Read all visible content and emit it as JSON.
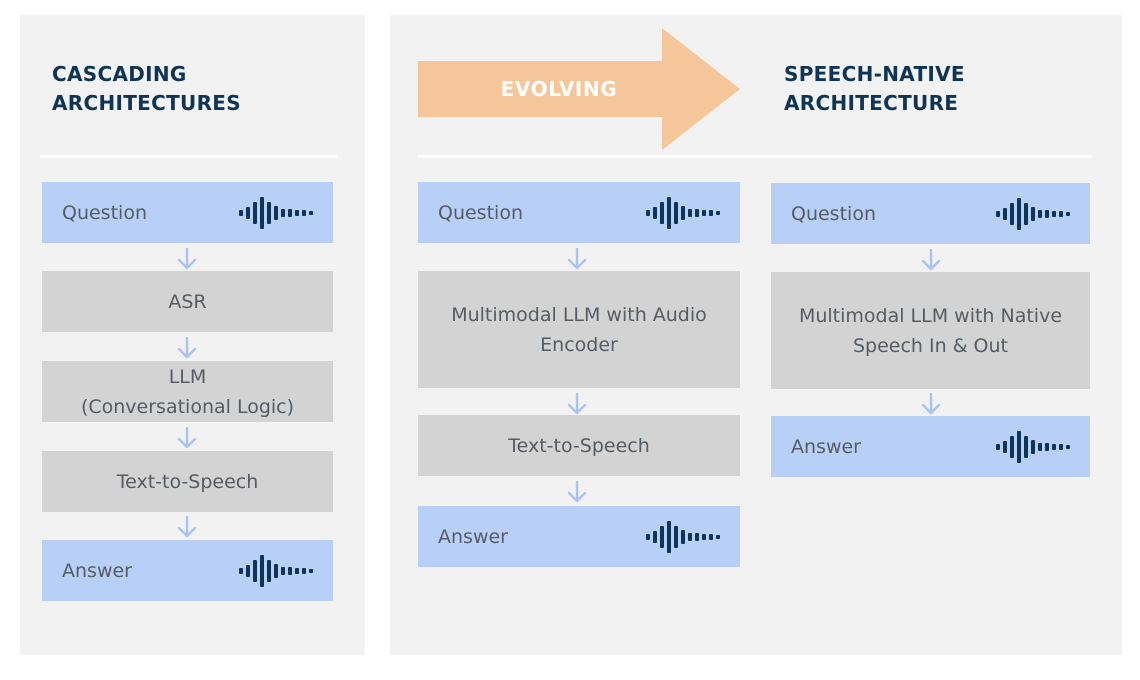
{
  "colors": {
    "panel_bg": "#f2f2f2",
    "title": "#0e3555",
    "step_blue": "#b8cff8",
    "step_gray": "#d3d3d3",
    "arrow_orange": "#f5c699",
    "connector": "#a9c4f2",
    "waveform": "#0e3555"
  },
  "icons": [
    "audio-waveform-icon",
    "arrow-down-icon",
    "big-right-arrow"
  ],
  "cascading": {
    "title_line1": "CASCADING",
    "title_line2": "ARCHITECTURES",
    "question": "Question",
    "asr": "ASR",
    "llm_line1": "LLM",
    "llm_line2": "(Conversational Logic)",
    "tts": "Text-to-Speech",
    "answer": "Answer"
  },
  "evolving": {
    "label": "EVOLVING"
  },
  "audio_encoder": {
    "question": "Question",
    "mllm_line1": "Multimodal LLM with Audio",
    "mllm_line2": "Encoder",
    "tts": "Text-to-Speech",
    "answer": "Answer"
  },
  "speech_native": {
    "title_line1": "SPEECH-NATIVE",
    "title_line2": "ARCHITECTURE",
    "question": "Question",
    "mllm_line1": "Multimodal LLM with Native",
    "mllm_line2": "Speech In & Out",
    "answer": "Answer"
  }
}
